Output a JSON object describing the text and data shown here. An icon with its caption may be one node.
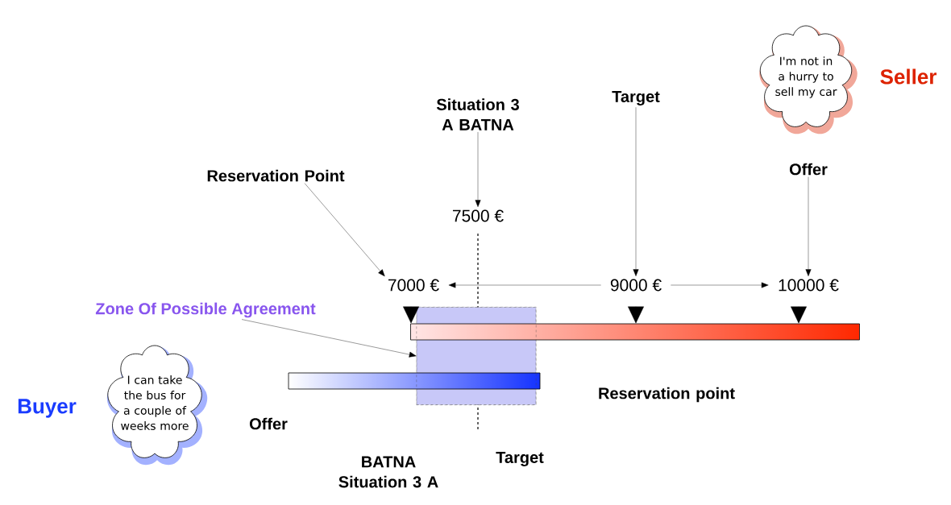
{
  "diagram": {
    "nodes": [
      {
        "text": [
          "Reservation Point"
        ]
      },
      {
        "text": [
          "Situation 3 A BATNA"
        ]
      },
      {
        "text": [
          "Target"
        ]
      },
      {
        "text": [
          "Offer"
        ]
      },
      {
        "text": [
          "7000 €"
        ]
      },
      {
        "text": [
          "7500 €"
        ]
      },
      {
        "text": [
          "9000 €"
        ]
      },
      {
        "text": [
          "10000 €"
        ]
      },
      {
        "text": [
          "Zone Of Possible Agreement"
        ]
      },
      {
        "text": [],
        "shape": "box"
      },
      {
        "text": [],
        "shape": "bar"
      },
      {
        "text": [],
        "shape": "bar"
      },
      {
        "text": [
          "I'm not in a hurry to sell my car"
        ]
      },
      {
        "text": [
          "I can take the bus for a couple of weeks more"
        ]
      }
    ],
    "edges": [
      {
        "from": 0,
        "to": 4,
        "arrow": "to"
      },
      {
        "from": 1,
        "to": 5,
        "arrow": "to"
      },
      {
        "from": 2,
        "to": 6,
        "arrow": "to"
      },
      {
        "from": 3,
        "to": 7,
        "arrow": "to"
      },
      {
        "from": 6,
        "to": 4,
        "arrow": "to"
      },
      {
        "from": 6,
        "to": 7,
        "arrow": "to"
      },
      {
        "from": 8,
        "to": 9,
        "arrow": "to"
      },
      {
        "from": 4,
        "to": 10,
        "arrow": "to"
      },
      {
        "from": 6,
        "to": 10,
        "arrow": "to"
      },
      {
        "from": 7,
        "to": 10,
        "arrow": "to"
      }
    ],
    "labels": [
      "Seller",
      "Buyer",
      "Reservation point",
      "Offer",
      "Target",
      "BATNA Situation 3 A"
    ]
  }
}
